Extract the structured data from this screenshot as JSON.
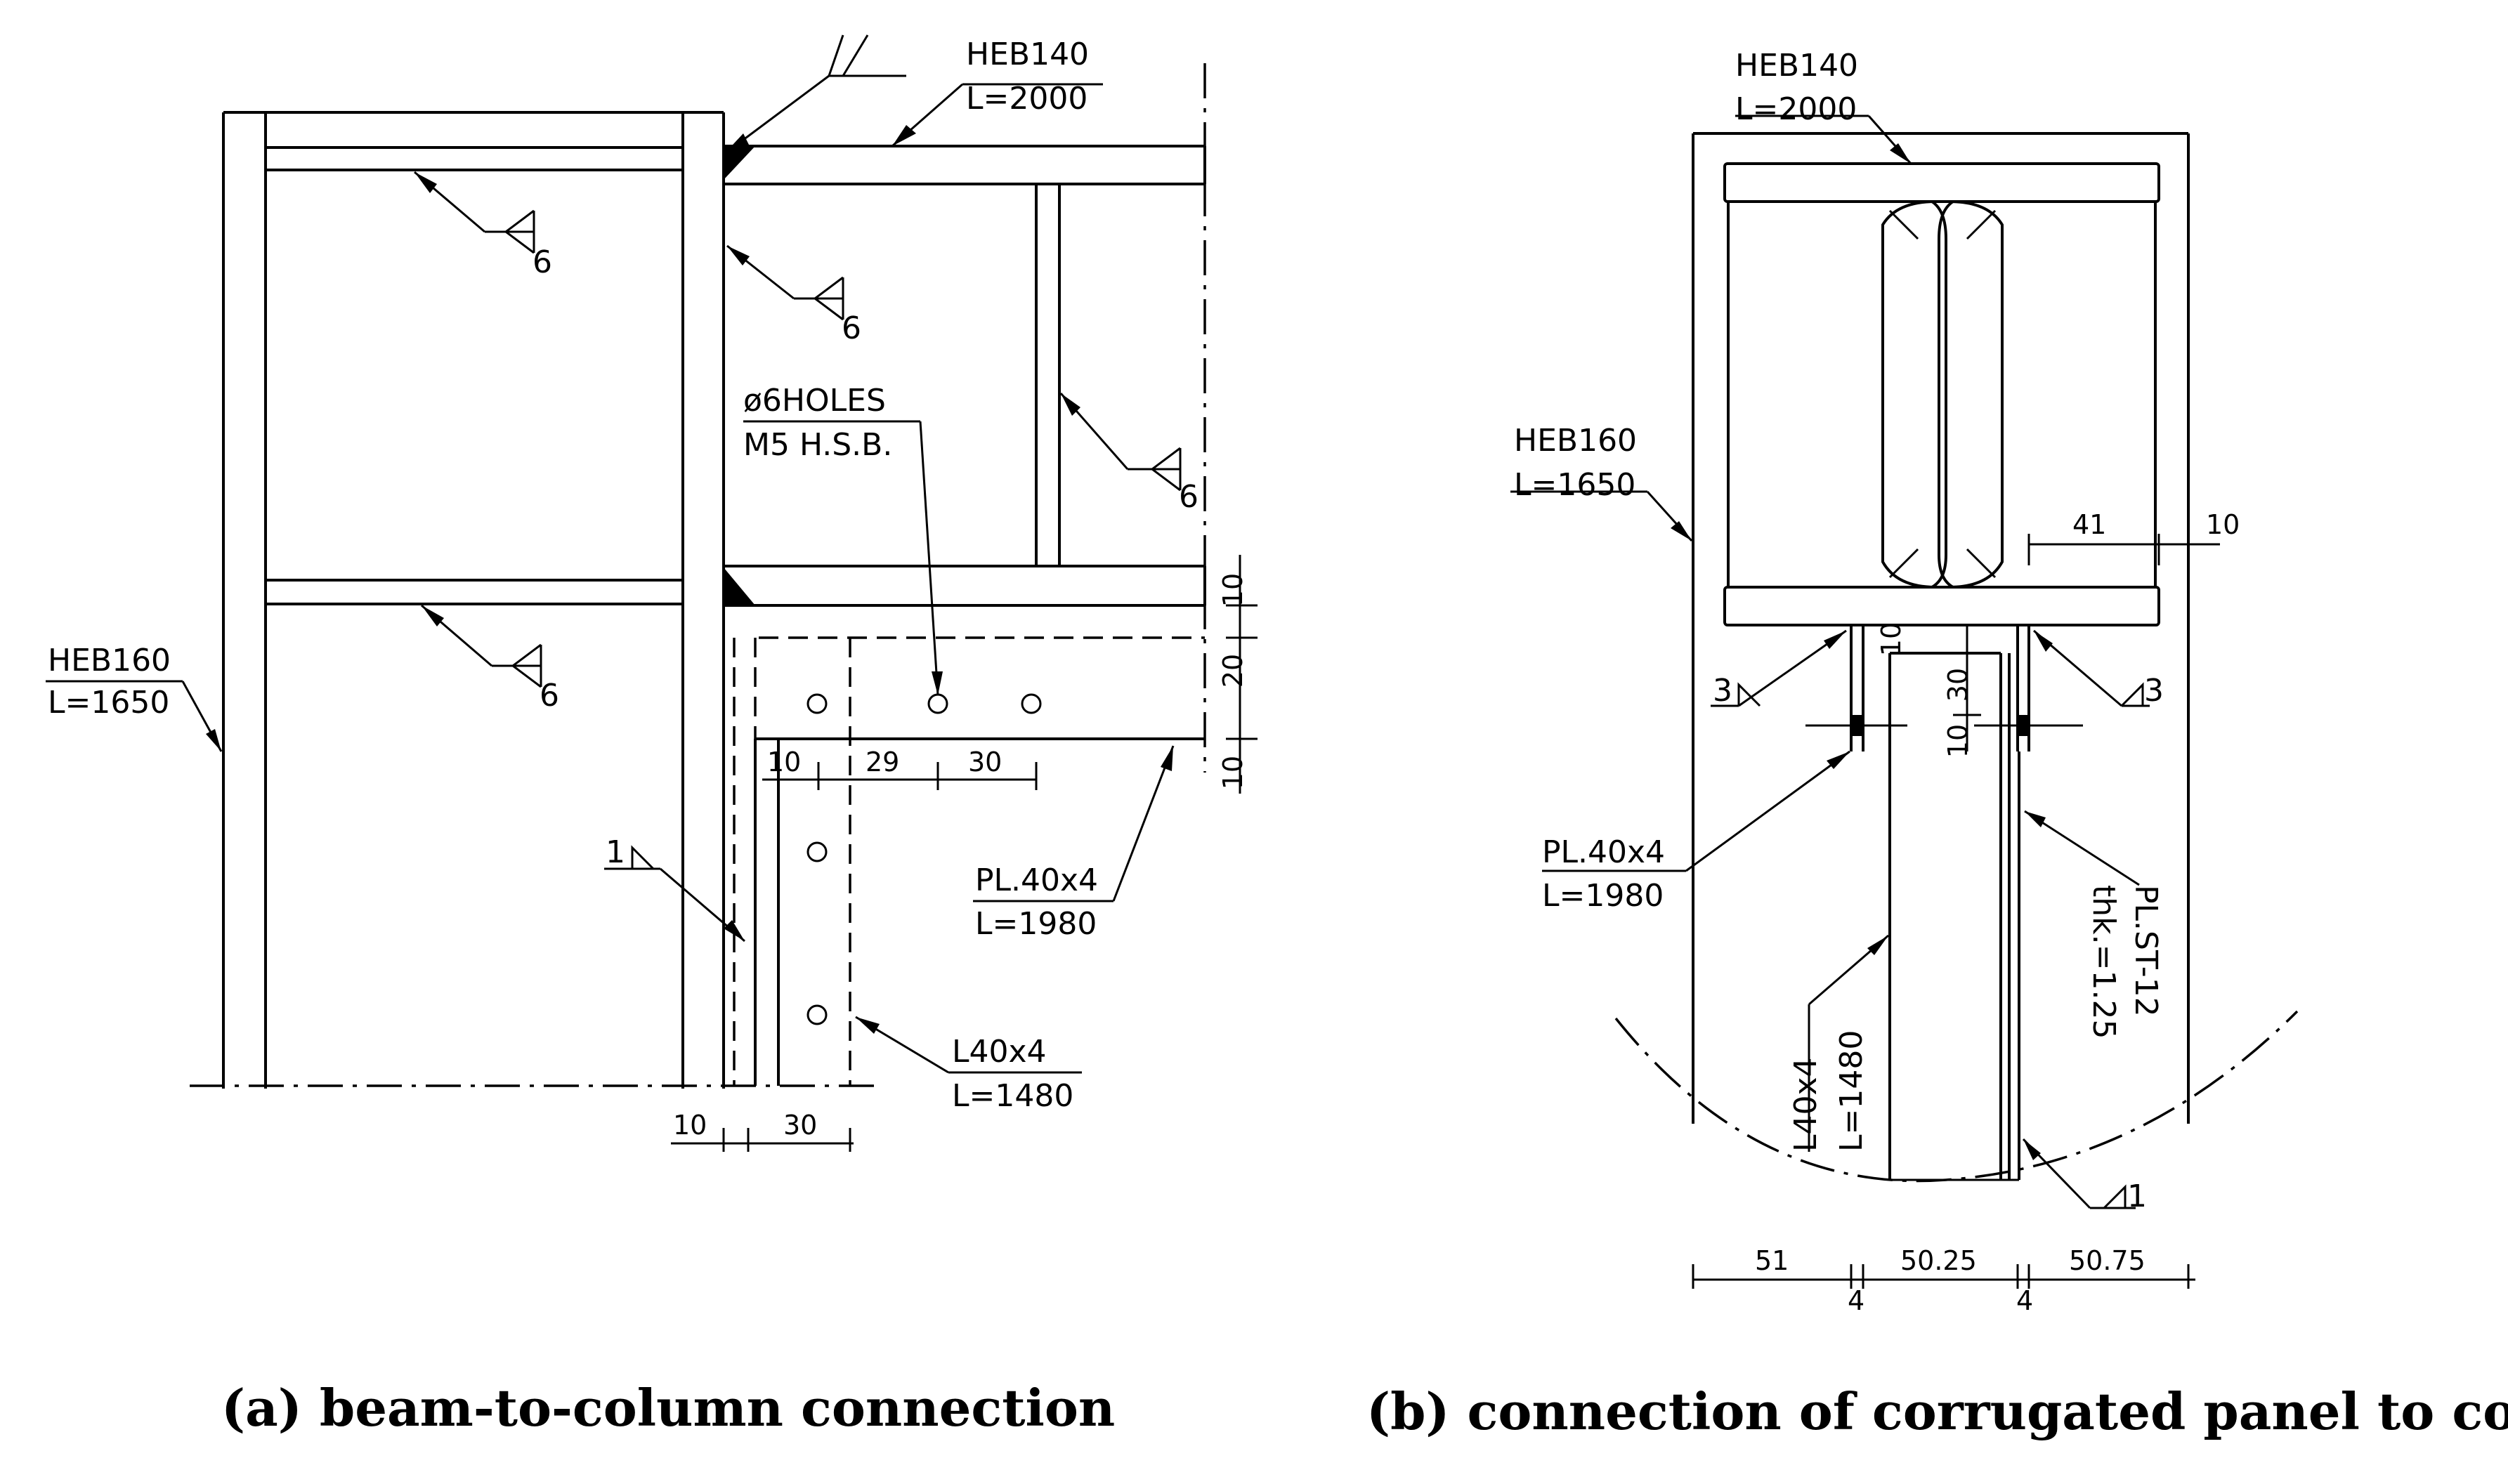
{
  "panel_a": {
    "caption": "(a) beam-to-column connection",
    "labels": {
      "beam_name": "HEB140",
      "beam_length": "L=2000",
      "column_name": "HEB160",
      "column_length": "L=1650",
      "holes_line1": "ø6HOLES",
      "holes_line2": "M5  H.S.B.",
      "plate_name": "PL.40x4",
      "plate_length": "L=1980",
      "angle_name": "L40x4",
      "angle_length": "L=1480"
    },
    "weld_sizes": [
      "6",
      "6",
      "6",
      "6",
      "1"
    ],
    "dimensions": {
      "plate_bottom": [
        "10",
        "29",
        "30"
      ],
      "right_vertical": [
        "10",
        "20",
        "10"
      ],
      "angle_bottom": [
        "10",
        "30"
      ]
    }
  },
  "panel_b": {
    "caption": "(b) connection of corrugated panel to column",
    "labels": {
      "beam_name": "HEB140",
      "beam_length": "L=2000",
      "column_name": "HEB160",
      "column_length": "L=1650",
      "plate_name": "PL.40x4",
      "plate_length": "L=1980",
      "angle_label": "L40x4",
      "angle_length": "L=1480",
      "panel_label": "PL.ST-12",
      "panel_thickness": "thk.=1.25"
    },
    "weld_sizes": [
      "3",
      "3",
      "1"
    ],
    "dimensions": {
      "top_horizontal": [
        "41",
        "10"
      ],
      "vertical": [
        "10",
        "30",
        "10"
      ],
      "bottom_row": [
        "51",
        "50.25",
        "50.75"
      ],
      "bottom_gaps": [
        "4",
        "4"
      ]
    }
  }
}
